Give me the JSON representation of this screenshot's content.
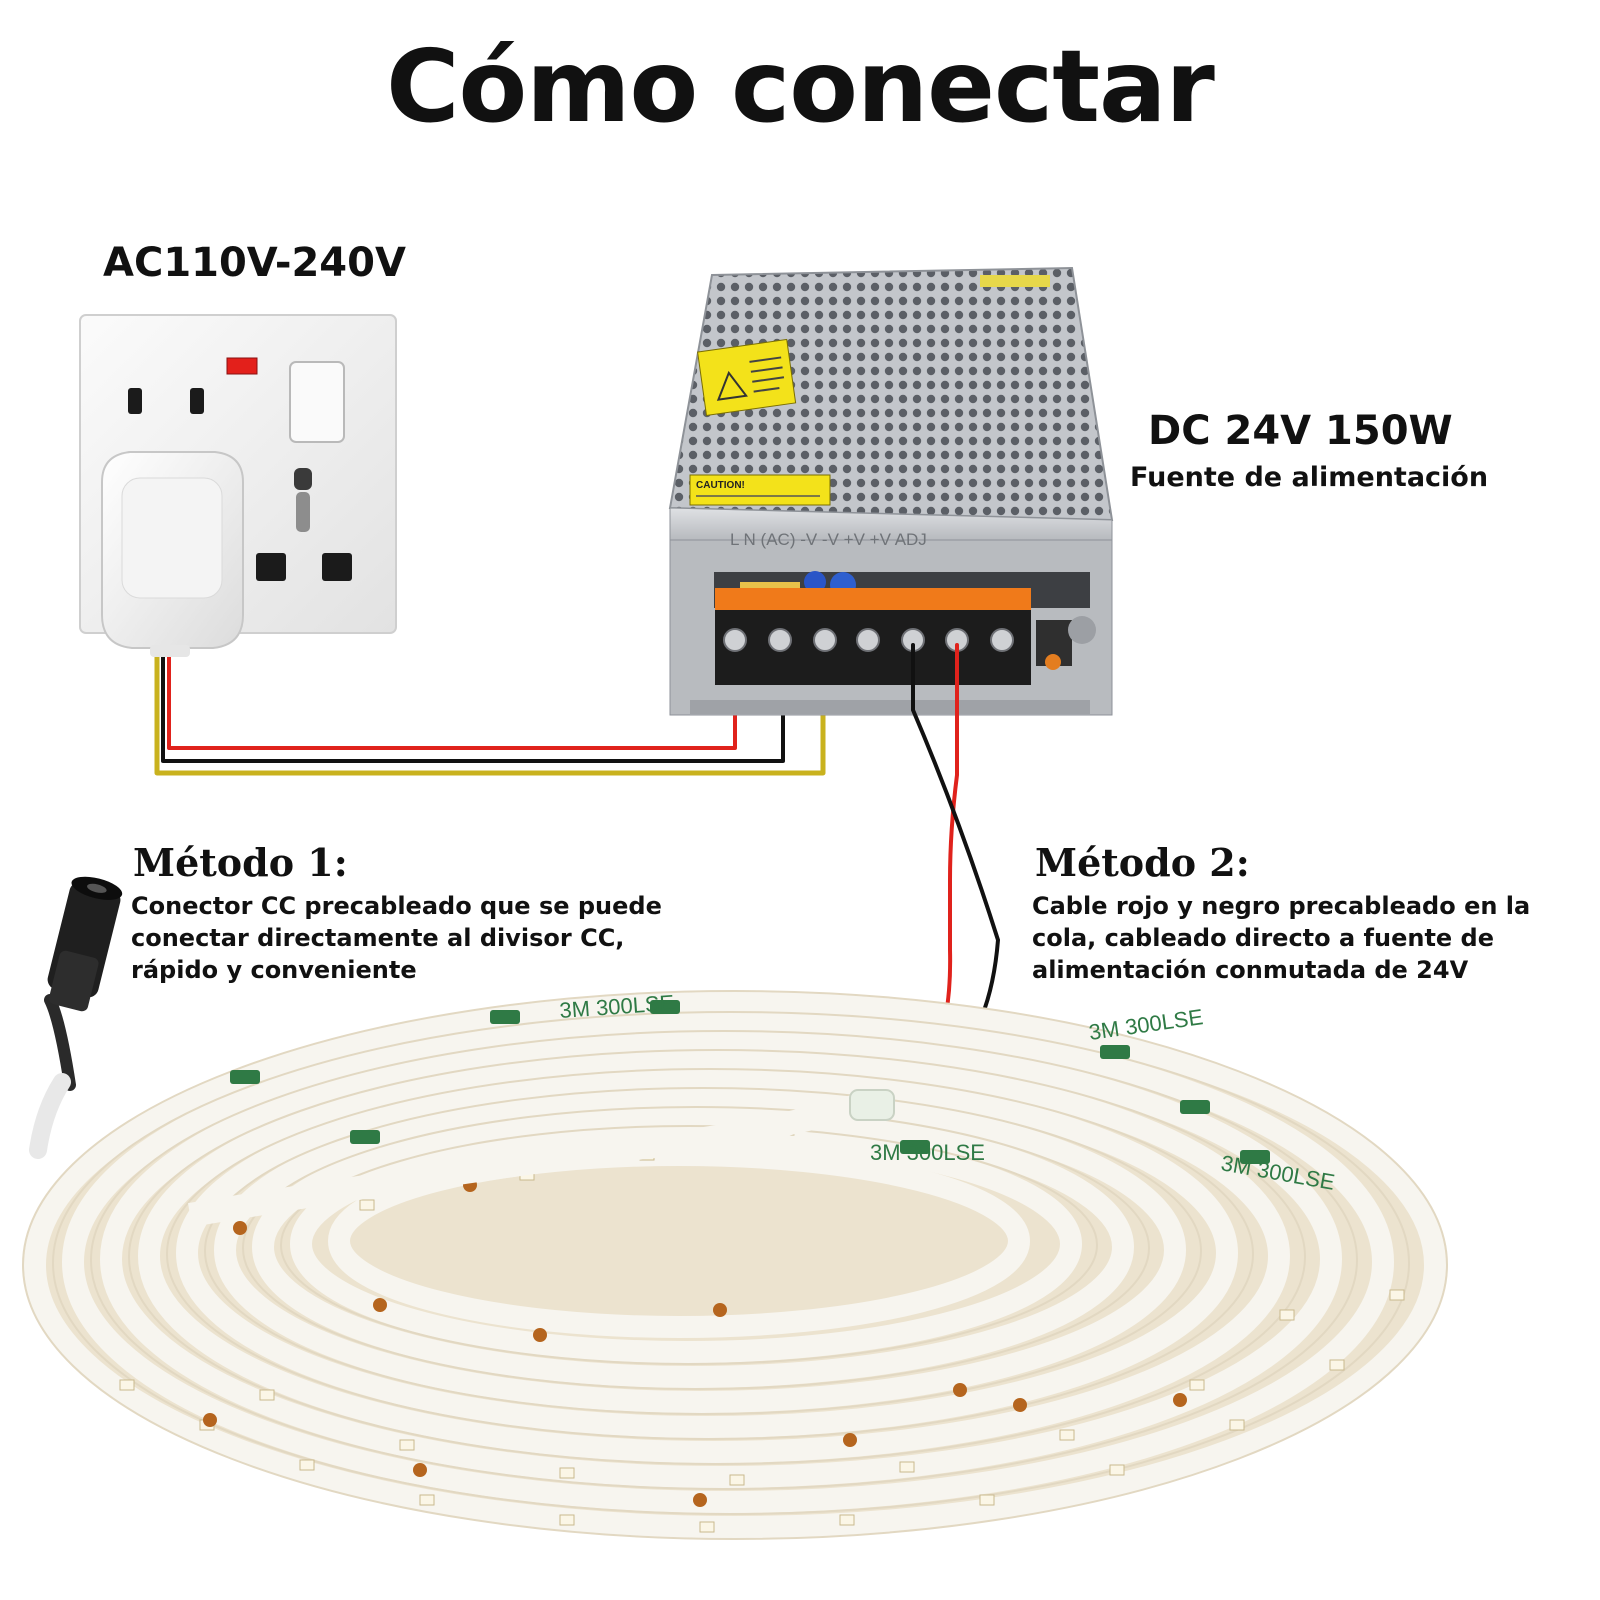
{
  "title": "Cómo conectar",
  "outlet": {
    "label": "AC110V-240V"
  },
  "power_supply": {
    "label": "DC 24V 150W",
    "subtitle": "Fuente de alimentación",
    "caution_text": "CAUTION!",
    "terminal_text": "L N (AC) -V -V +V +V ADJ"
  },
  "method1": {
    "title": "Método 1:",
    "description": "Conector CC precableado que se puede conectar directamente al divisor CC, rápido y conveniente"
  },
  "method2": {
    "title": "Método 2:",
    "description": "Cable rojo y negro precableado en la cola, cableado directo a fuente de alimentación conmutada de 24V"
  },
  "strip": {
    "tape_text": "3M 300LSE"
  },
  "colors": {
    "wire_red": "#e0221c",
    "wire_black": "#111111",
    "wire_yellow": "#c9b21e",
    "strip_white": "#f7f5ef",
    "tape_backing": "#ece3cf",
    "tape_logo_green": "#2f7a45",
    "psu_metal": "#c9cbcf",
    "terminal_orange": "#f07a1a",
    "caution_yellow": "#f3e21a",
    "outlet_white": "#f1f1f1",
    "indicator_red": "#e3201b"
  }
}
